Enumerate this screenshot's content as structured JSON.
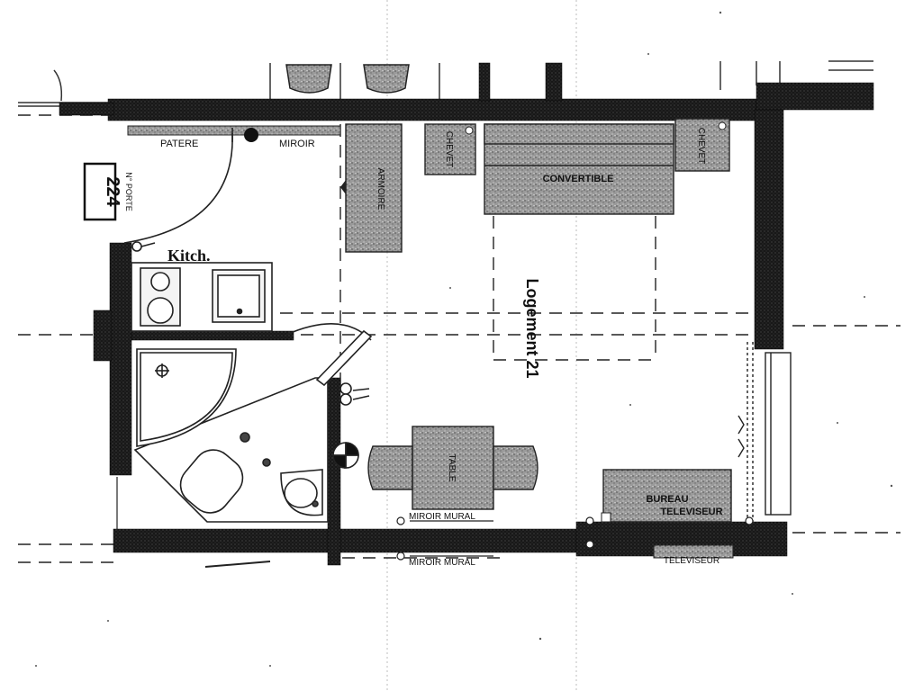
{
  "labels": {
    "patere": "PATERE",
    "miroir": "MIROIR",
    "porte_num": "224",
    "porte_label": "N° PORTE",
    "kitchen": "Kitch.",
    "armoire": "ARMOIRE",
    "chevet_left": "CHEVET",
    "chevet_right": "CHEVET",
    "convertible": "CONVERTIBLE",
    "logement": "Logement 21",
    "table": "TABLE",
    "miroir_mural_1": "MIROIR MURAL",
    "miroir_mural_2": "MIROIR MURAL",
    "bureau": "BUREAU",
    "televiseur_1": "TELEVISEUR",
    "televiseur_2": "TELEVISEUR"
  },
  "colors": {
    "wall": "#141414",
    "furniture": "#8a8a8a",
    "line": "#222222",
    "paper": "#ffffff"
  }
}
